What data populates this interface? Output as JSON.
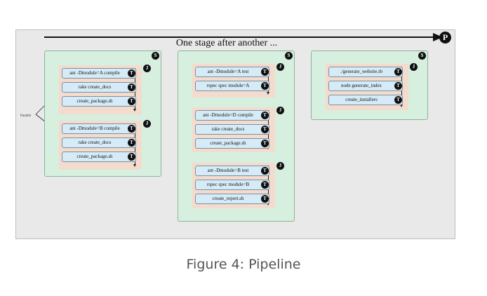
{
  "diagram": {
    "title": "One stage after another ...",
    "pipeline_badge": "P",
    "stage_badge": "S",
    "job_badge": "J",
    "task_badge": "T",
    "parallel_label": "Parallel",
    "stages": [
      {
        "jobs": [
          {
            "tasks": [
              "ant -Dmodule=A compile",
              "rake create_docs",
              "create_package.sh"
            ]
          },
          {
            "tasks": [
              "ant -Dmodule=B compile",
              "rake create_docs",
              "create_package.sh"
            ]
          }
        ]
      },
      {
        "jobs": [
          {
            "tasks": [
              "ant -Dmodule=A test",
              "rspec spec module=A"
            ]
          },
          {
            "tasks": [
              "ant -Dmodule=D compile",
              "rake create_docs",
              "create_package.sh"
            ]
          },
          {
            "tasks": [
              "ant -Dmodule=B test",
              "rspec spec module=B",
              "create_report.sh"
            ]
          }
        ]
      },
      {
        "jobs": [
          {
            "tasks": [
              "./generate_website.rb",
              "node generate_index",
              "create_installers"
            ]
          }
        ]
      }
    ]
  },
  "caption": "Figure 4: Pipeline"
}
